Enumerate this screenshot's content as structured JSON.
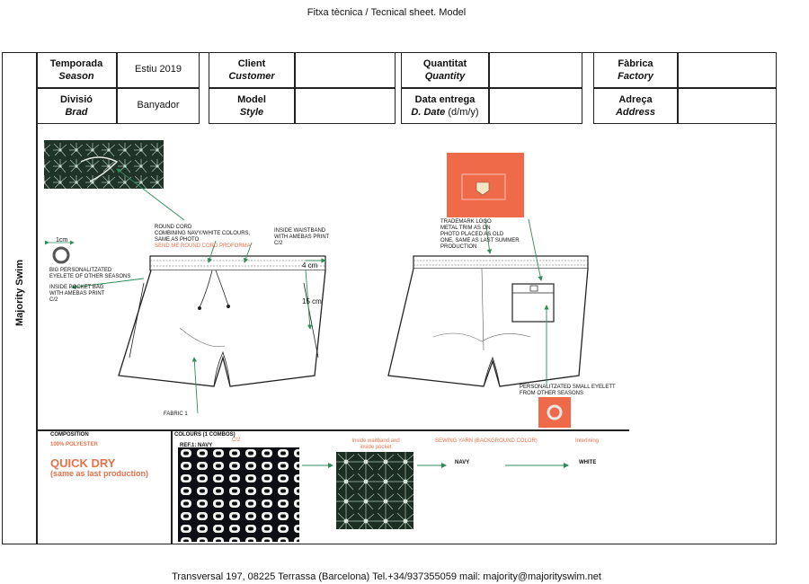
{
  "document": {
    "title": "Fitxa tècnica / Tecnical sheet. Model",
    "side_label": "Majority Swim",
    "footer": "Transversal 197, 08225 Terrassa (Barcelona) Tel.+34/937355059 mail: majority@majorityswim.net"
  },
  "header": {
    "season_ca": "Temporada",
    "season_en": "Season",
    "season_value": "Estiu 2019",
    "client_ca": "Client",
    "client_en": "Customer",
    "quantity_ca": "Quantitat",
    "quantity_en": "Quantity",
    "factory_ca": "Fàbrica",
    "factory_en": "Factory",
    "division_ca": "Divisió",
    "division_en": "Brad",
    "division_value": "Banyador",
    "model_ca": "Model",
    "model_en": "Style",
    "delivery_ca": "Data entrega",
    "delivery_en": "D. Date",
    "delivery_format": "(d/m/y)",
    "address_ca": "Adreça",
    "address_en": "Address"
  },
  "notes": {
    "round_cord": "ROUND CORD",
    "round_cord_2": "COMBINING NAVY/WHITE COLOURS,",
    "round_cord_3": "SAME AS PHOTO",
    "round_cord_4": "SEND ME ROUND CORD PROFORMA",
    "waistband": "INSIDE WAISTBAND",
    "waistband_2": "WITH AMEBAS PRINT",
    "waistband_3": "C/2",
    "cm1": "1cm",
    "eyelet": "BIG PERSONALITZATED",
    "eyelet_2": "EYELETE OF OTHER SEASONS",
    "pocket": "INSIDE POCKET BAG",
    "pocket_2": "WITH AMEBAS PRINT",
    "pocket_3": "C/2",
    "cm4": "4 cm",
    "cm15": "15 cm",
    "fabric": "FABRIC 1",
    "trademark": "TRADEMARK LOGO",
    "trademark_2": "METAL TRIM AS ON",
    "trademark_3": "PHOTO PLACED AS OLD",
    "trademark_4": "ONE, SAME AS LAST SUMMER",
    "trademark_5": "PRODUCTION",
    "small_eyelet": "PERSONALITZATED SMALL EYELETT",
    "small_eyelet_2": "FROM OTHER SEASONS"
  },
  "bottom": {
    "composition_label": "COMPOSITION",
    "composition_value": "100% POLYESTER",
    "quick_dry": "QUICK DRY",
    "quick_dry_sub": "(same as last production)",
    "colours_label": "COLOURS (1 COMBOS)",
    "c2": "C/2",
    "ref": "REF.1: NAVY",
    "waistband_pocket": "Inside waitband and",
    "waistband_pocket_2": "inside pocket",
    "sewing_yarn": "SEWING YARN (background color)",
    "sewing_value": "NAVY",
    "interlining": "Interlining",
    "interlining_value": "WHITE"
  },
  "colors": {
    "accent": "#e8714a",
    "arrow": "#2e8b57",
    "swatch": "#ef6a48",
    "line": "#222222"
  }
}
